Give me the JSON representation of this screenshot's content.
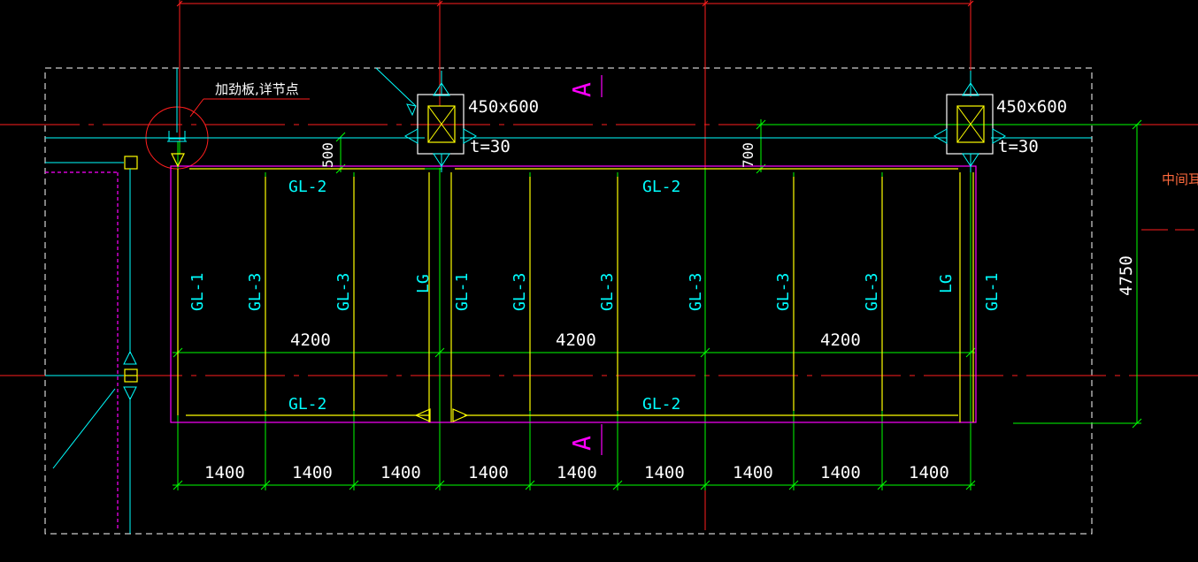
{
  "colors": {
    "background": "#000000",
    "red": "#ff1e1e",
    "green": "#00ff00",
    "cyan": "#00ffff",
    "yellow": "#ffff00",
    "magenta": "#ff00ff",
    "white": "#ffffff",
    "orange": "#ff6a3d"
  },
  "labels": {
    "beam_gl1": "GL-1",
    "beam_gl2": "GL-2",
    "beam_gl3": "GL-3",
    "beam_lg": "LG",
    "section_mark": "A",
    "column_size": "450x600",
    "plate_thickness": "t=30",
    "stiffener_note": "加劲板,详节点",
    "side_note": "中间耳板"
  },
  "dimensions": {
    "top_offset_left": "500",
    "top_offset_right": "700",
    "span": "4200",
    "sub_span": "1400",
    "height": "4750"
  }
}
